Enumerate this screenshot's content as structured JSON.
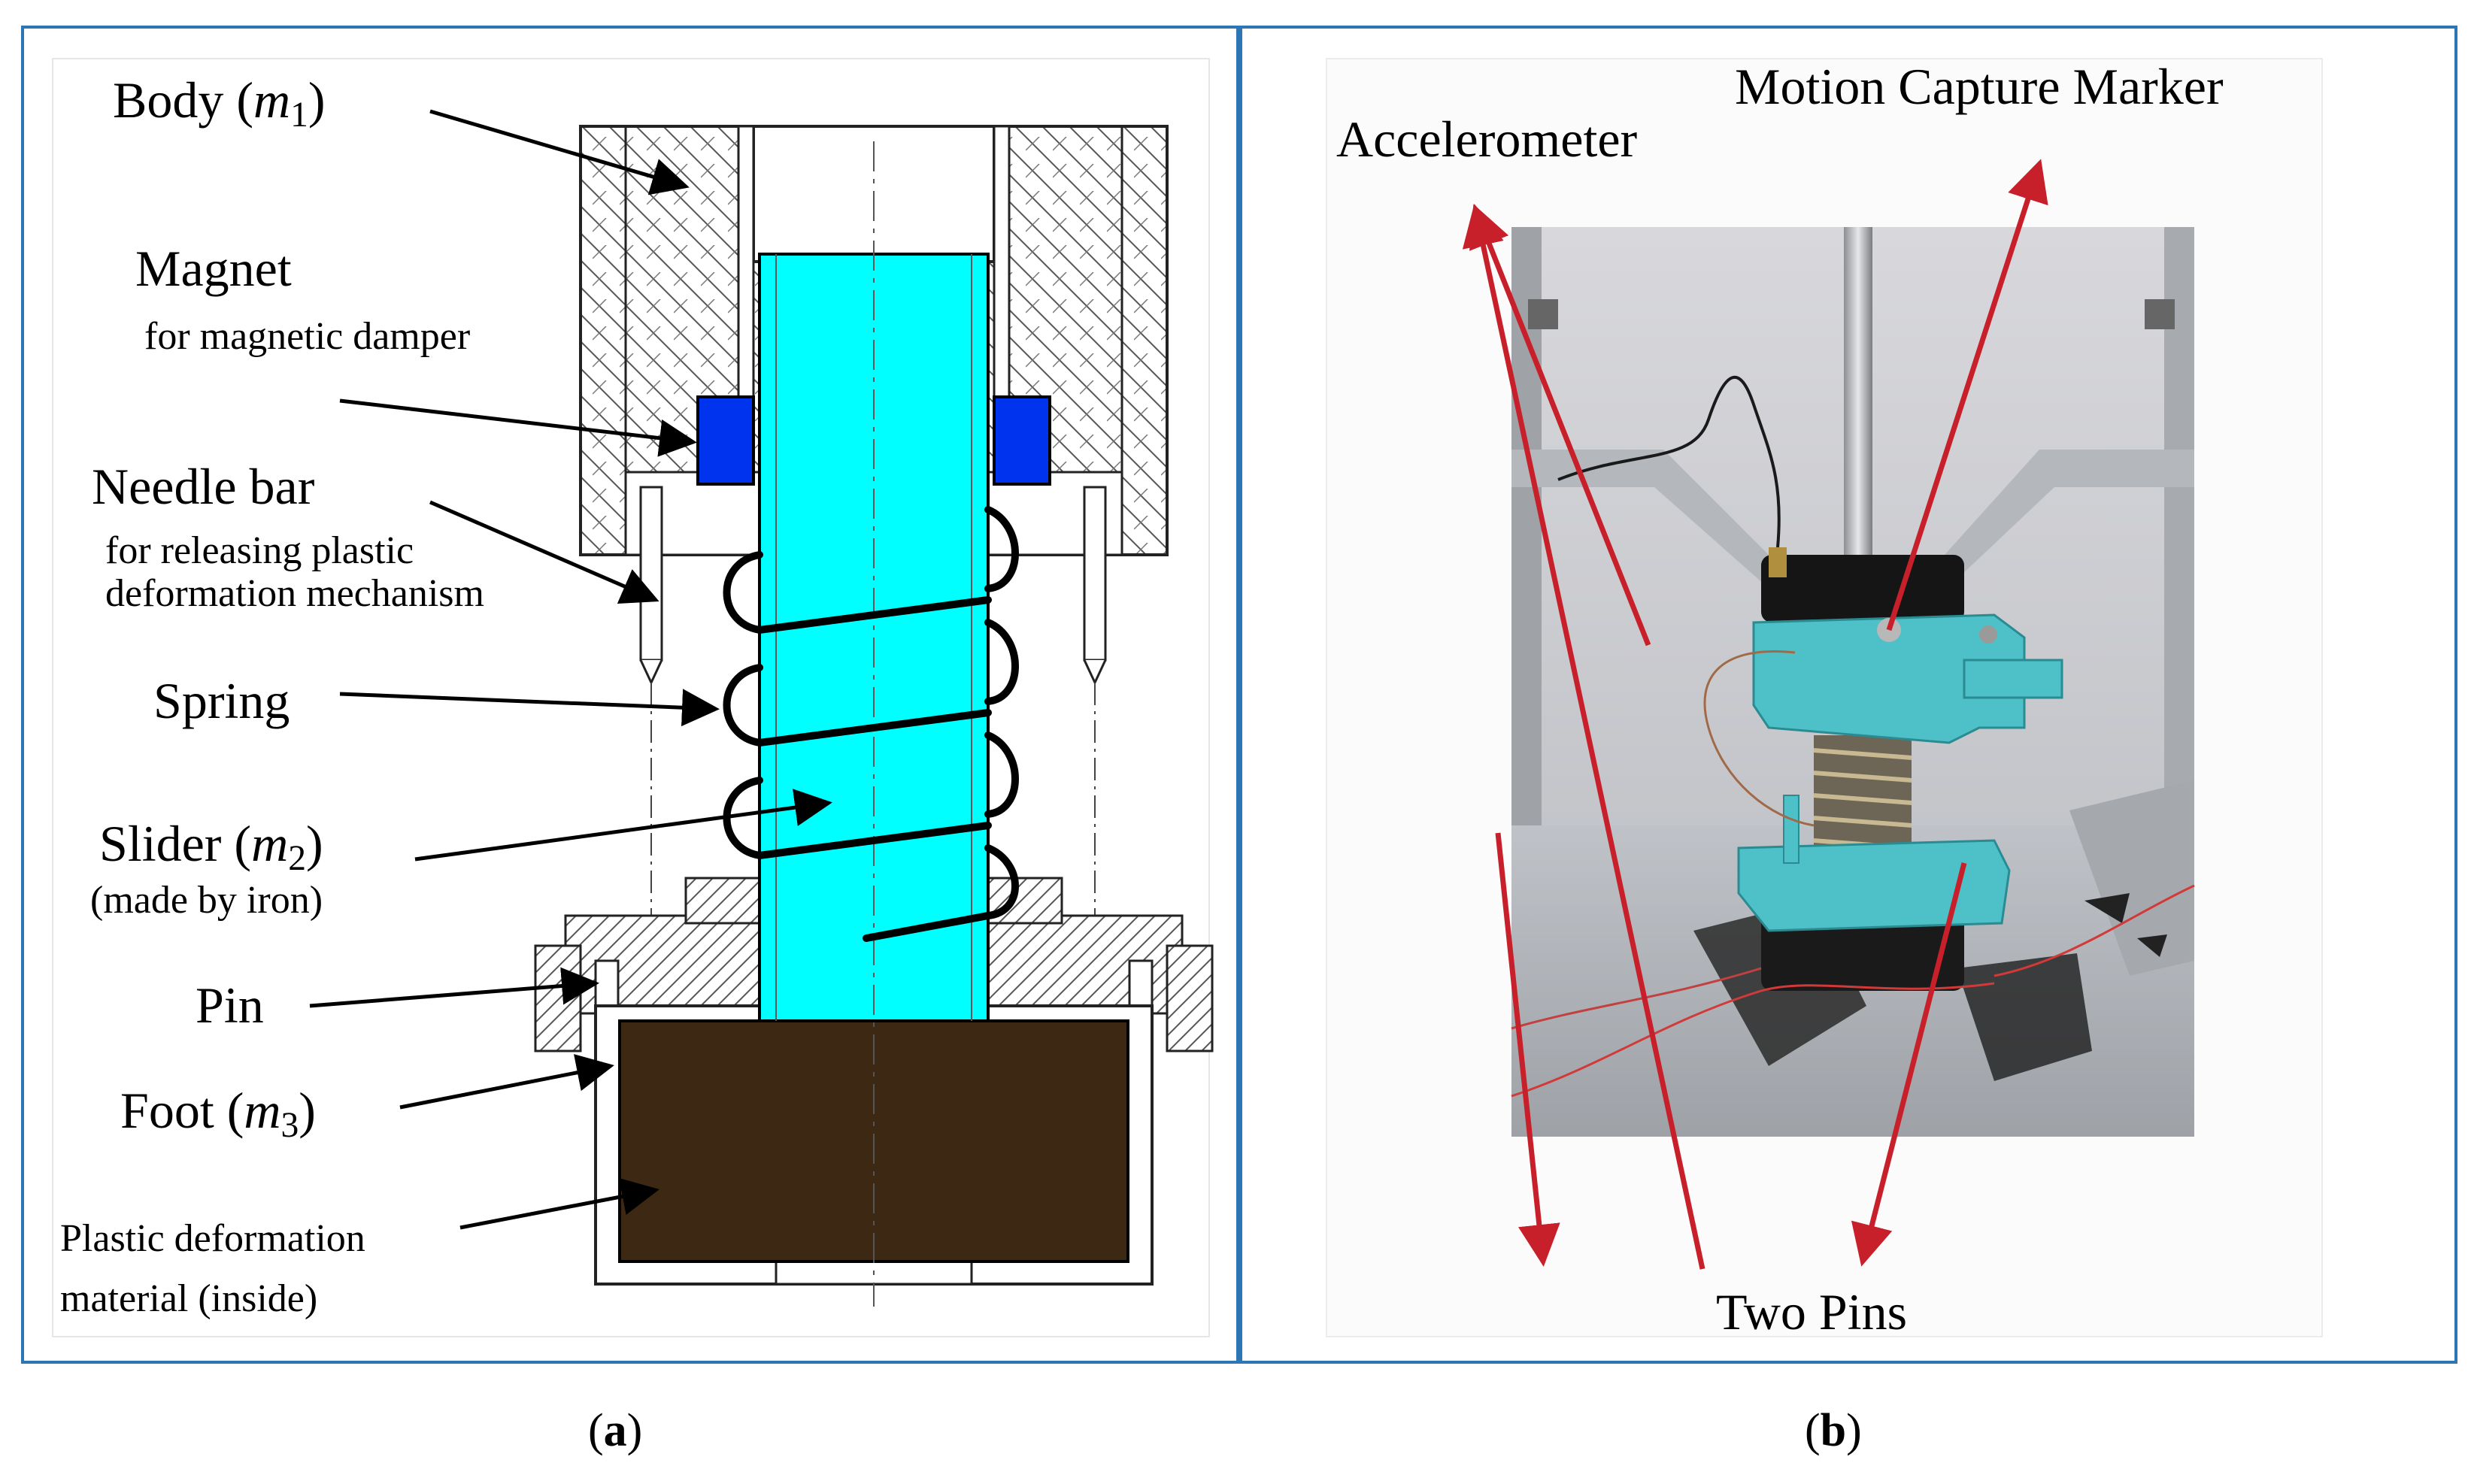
{
  "panel_a": {
    "body": {
      "label": "Body (",
      "math": "m",
      "sub": "1",
      "close": ")"
    },
    "magnet": {
      "label": "Magnet",
      "desc": "for magnetic damper"
    },
    "needle_bar": {
      "label": "Needle bar",
      "desc1": "for releasing plastic",
      "desc2": "deformation mechanism"
    },
    "spring": {
      "label": "Spring"
    },
    "slider": {
      "label": "Slider (",
      "math": "m",
      "sub": "2",
      "close": ")",
      "desc": "(made by iron)"
    },
    "pin": {
      "label": "Pin"
    },
    "foot": {
      "label": "Foot (",
      "math": "m",
      "sub": "3",
      "close": ")"
    },
    "plastic": {
      "line1": "Plastic deformation",
      "line2": "material (inside)"
    }
  },
  "panel_b": {
    "accelerometer": "Accelerometer",
    "motion_capture": "Motion Capture Marker",
    "two_pins": "Two Pins"
  },
  "captions": {
    "a_open": "(",
    "a": "a",
    "a_close": ")",
    "b_open": "(",
    "b": "b",
    "b_close": ")"
  },
  "colors": {
    "panel_border": "#2e75b6",
    "slider": "#00ffff",
    "magnet": "#0033ee",
    "foot": "#3d2813",
    "arrow_b": "#c8202a",
    "printed_part": "#4ec0c8"
  }
}
